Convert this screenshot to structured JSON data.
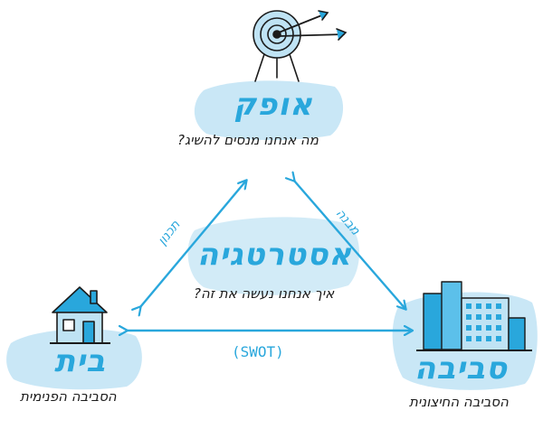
{
  "nodes": {
    "top": {
      "title": "אופק",
      "subtitle": "מה אנחנו מנסים להשיג?"
    },
    "left": {
      "title": "בית",
      "subtitle": "הסביבה הפנימית"
    },
    "right": {
      "title": "סביבה",
      "subtitle": "הסביבה החיצונית"
    },
    "center": {
      "title": "אסטרטגיה",
      "subtitle": "איך אנחנו נעשה את זה?"
    }
  },
  "edges": {
    "left_edge": "תכנון",
    "right_edge": "מבנה",
    "bottom_edge": "(SWOT)"
  },
  "colors": {
    "accent": "#29a7dc",
    "wash": "#bfe3f4",
    "ink": "#1b1b1b"
  },
  "icons": [
    "target-icon",
    "house-icon",
    "city-icon"
  ]
}
